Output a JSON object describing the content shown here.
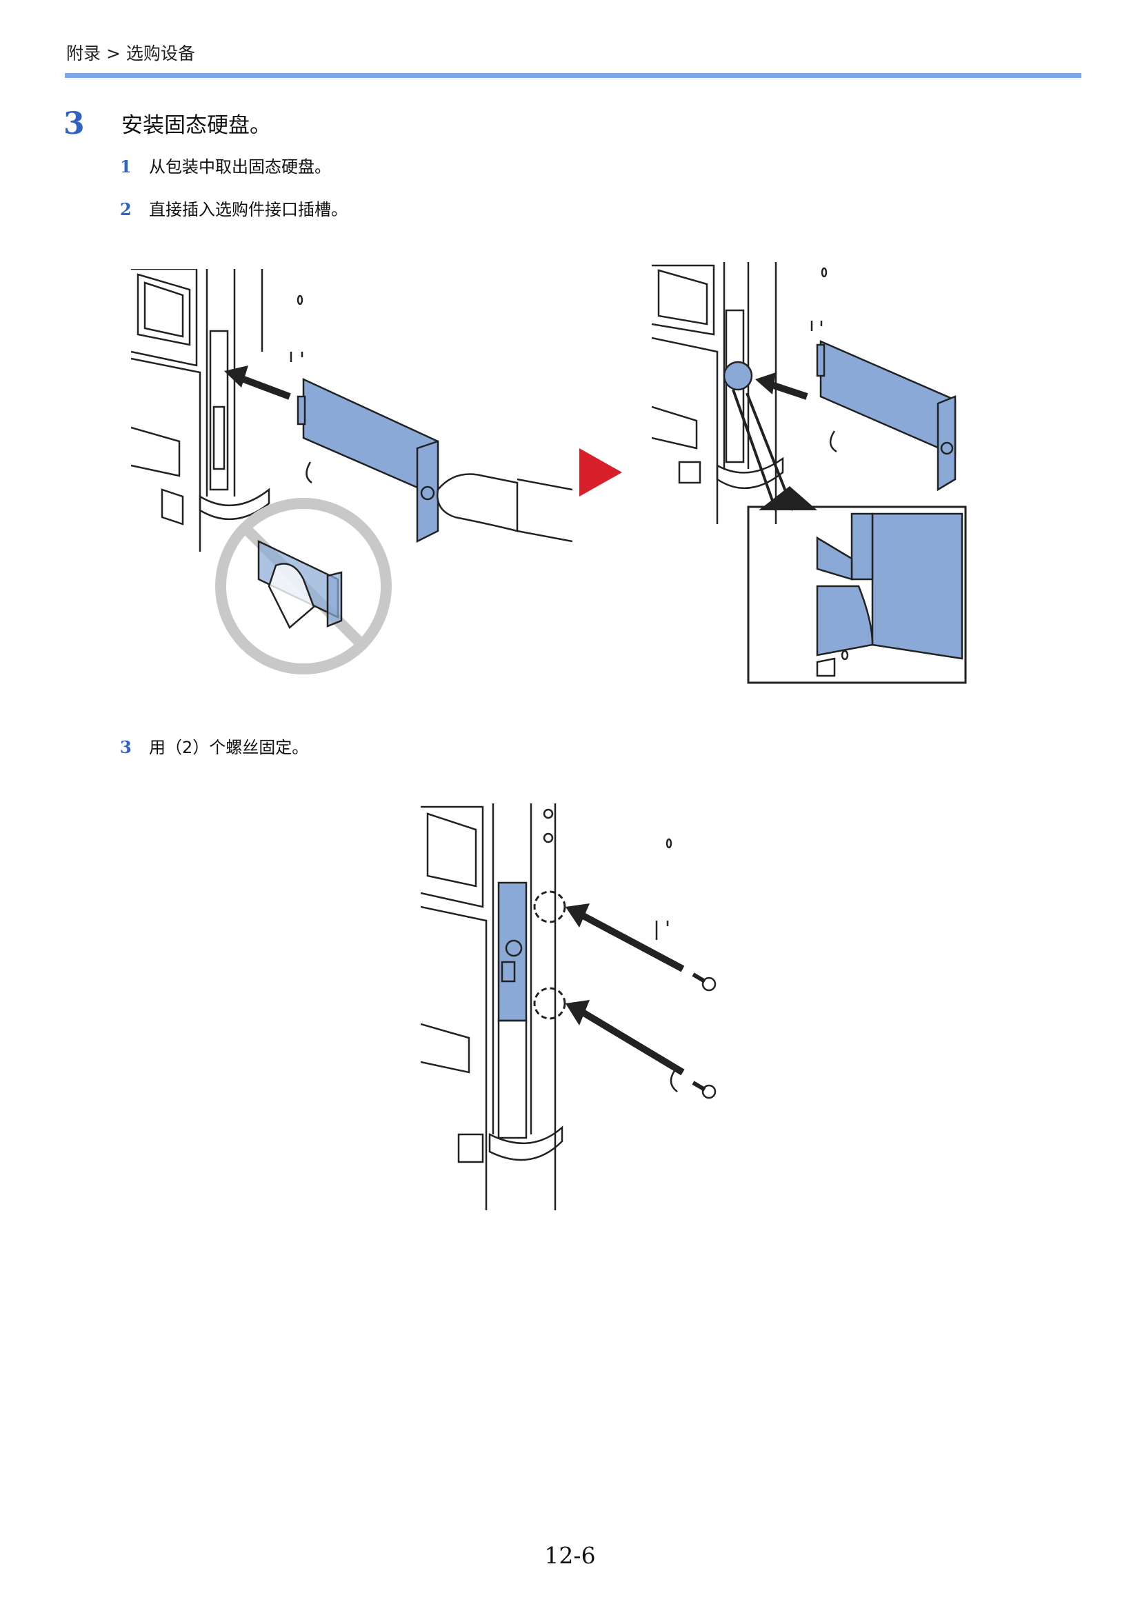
{
  "header": {
    "breadcrumb": "附录 > 选购设备"
  },
  "step": {
    "number": "3",
    "title": "安装固态硬盘。",
    "substeps": [
      {
        "number": "1",
        "text": "从包装中取出固态硬盘。"
      },
      {
        "number": "2",
        "text": "直接插入选购件接口插槽。"
      },
      {
        "number": "3",
        "text": "用（2）个螺丝固定。"
      }
    ]
  },
  "colors": {
    "accent": "#2e62c4",
    "rule": "#7ea6ea",
    "part": "#8aa9d6",
    "arrow": "#d8202a",
    "prohibit": "#c8c8c8"
  },
  "footer": {
    "page_number": "12-6"
  }
}
